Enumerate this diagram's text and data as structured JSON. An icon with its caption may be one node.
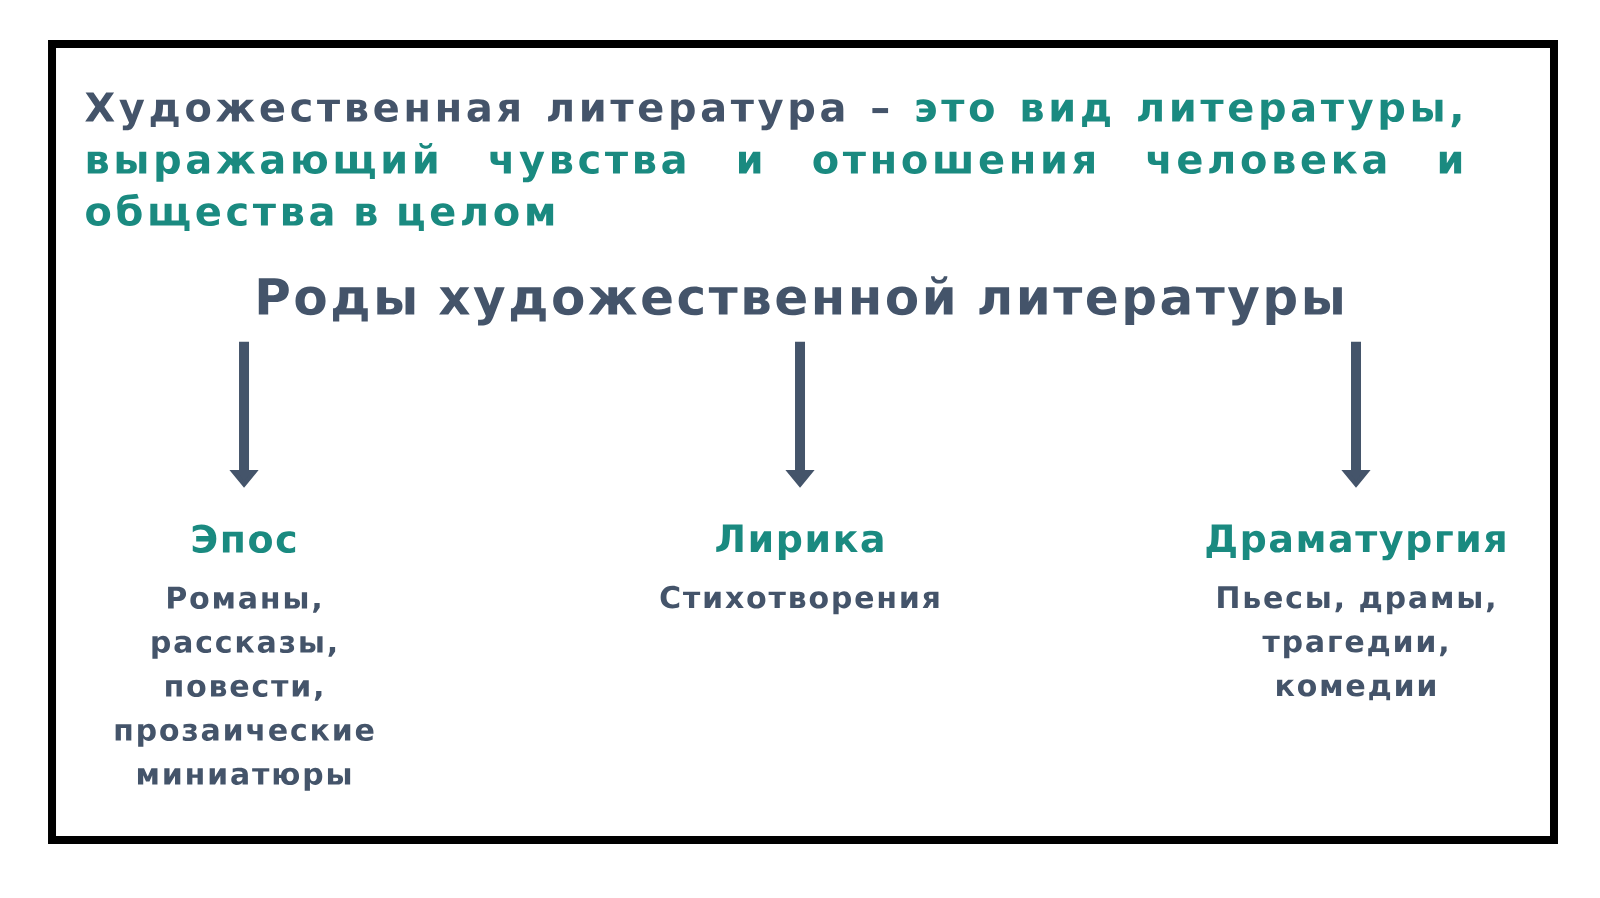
{
  "diagram": {
    "nodes": [
      {
        "text": [
          "Роды художественной литературы"
        ]
      },
      {
        "text": [
          "Эпос",
          "Романы, рассказы, повести, прозаические миниатюры"
        ]
      },
      {
        "text": [
          "Лирика",
          "Стихотворения"
        ]
      },
      {
        "text": [
          "Драматургия",
          "Пьесы, драмы, трагедии, комедии"
        ]
      }
    ],
    "edges": [
      {
        "from": 0,
        "to": 1,
        "arrow": "to"
      },
      {
        "from": 0,
        "to": 2,
        "arrow": "to"
      },
      {
        "from": 0,
        "to": 3,
        "arrow": "to"
      }
    ],
    "labels": [
      "Художественная литература –",
      "это вид литературы, выражающий чувства и отношения человека и общества в целом"
    ]
  }
}
